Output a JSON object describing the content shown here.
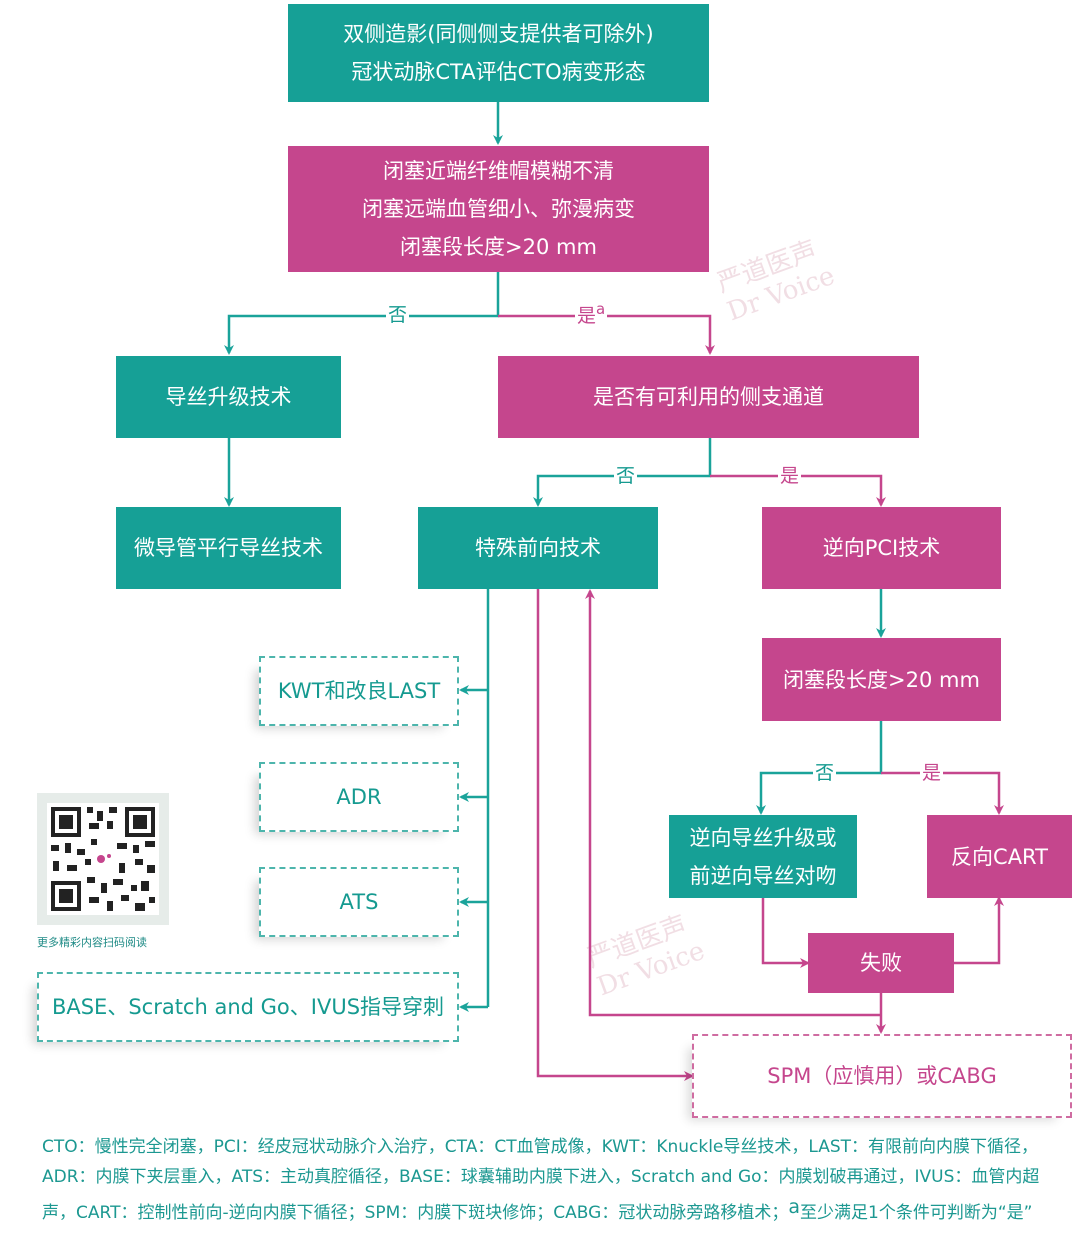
{
  "nodes": {
    "start": [
      "双侧造影(同侧侧支提供者可除外)",
      "冠状动脉CTA评估CTO病变形态"
    ],
    "criteria": [
      "闭塞近端纤维帽模糊不清",
      "闭塞远端血管细小、弥漫病变",
      "闭塞段长度>20 mm"
    ],
    "wire_upgrade": "导丝升级技术",
    "micro_parallel": "微导管平行导丝技术",
    "side_branch_q": "是否有可利用的侧支通道",
    "special_antegrade": "特殊前向技术",
    "retrograde_pci": "逆向PCI技术",
    "length_q": "闭塞段长度>20 mm",
    "retro_wire": [
      "逆向导丝升级或",
      "前逆向导丝对吻"
    ],
    "reverse_cart": "反向CART",
    "failure": "失败",
    "spm": "SPM（应慎用）或CABG",
    "kwt": "KWT和改良LAST",
    "adr": "ADR",
    "ats": "ATS",
    "base": "BASE、Scratch and Go、IVUS指导穿刺"
  },
  "labels": {
    "no": "否",
    "yes": "是",
    "superscript_a": "a"
  },
  "qr_caption": "更多精彩内容扫码阅读",
  "watermark": {
    "cn": "严道医声",
    "en": "Dr Voice"
  },
  "footnote": {
    "text": "CTO：慢性完全闭塞，PCI：经皮冠状动脉介入治疗，CTA：CT血管成像，KWT：Knuckle导丝技术，LAST：有限前向内膜下循径，ADR：内膜下夹层重入，ATS：主动真腔循径，BASE：球囊辅助内膜下进入，Scratch and Go：内膜划破再通过，IVUS：血管内超声，CART：控制性前向-逆向内膜下循径；SPM：内膜下斑块修饰；CABG：冠状动脉旁路移植术；",
    "superscript": "a",
    "tail": "至少满足1个条件可判断为“是”"
  },
  "colors": {
    "teal": "#16a096",
    "pink": "#c5468d",
    "teal_line": "#1aa39a",
    "pink_line": "#c5468d"
  }
}
